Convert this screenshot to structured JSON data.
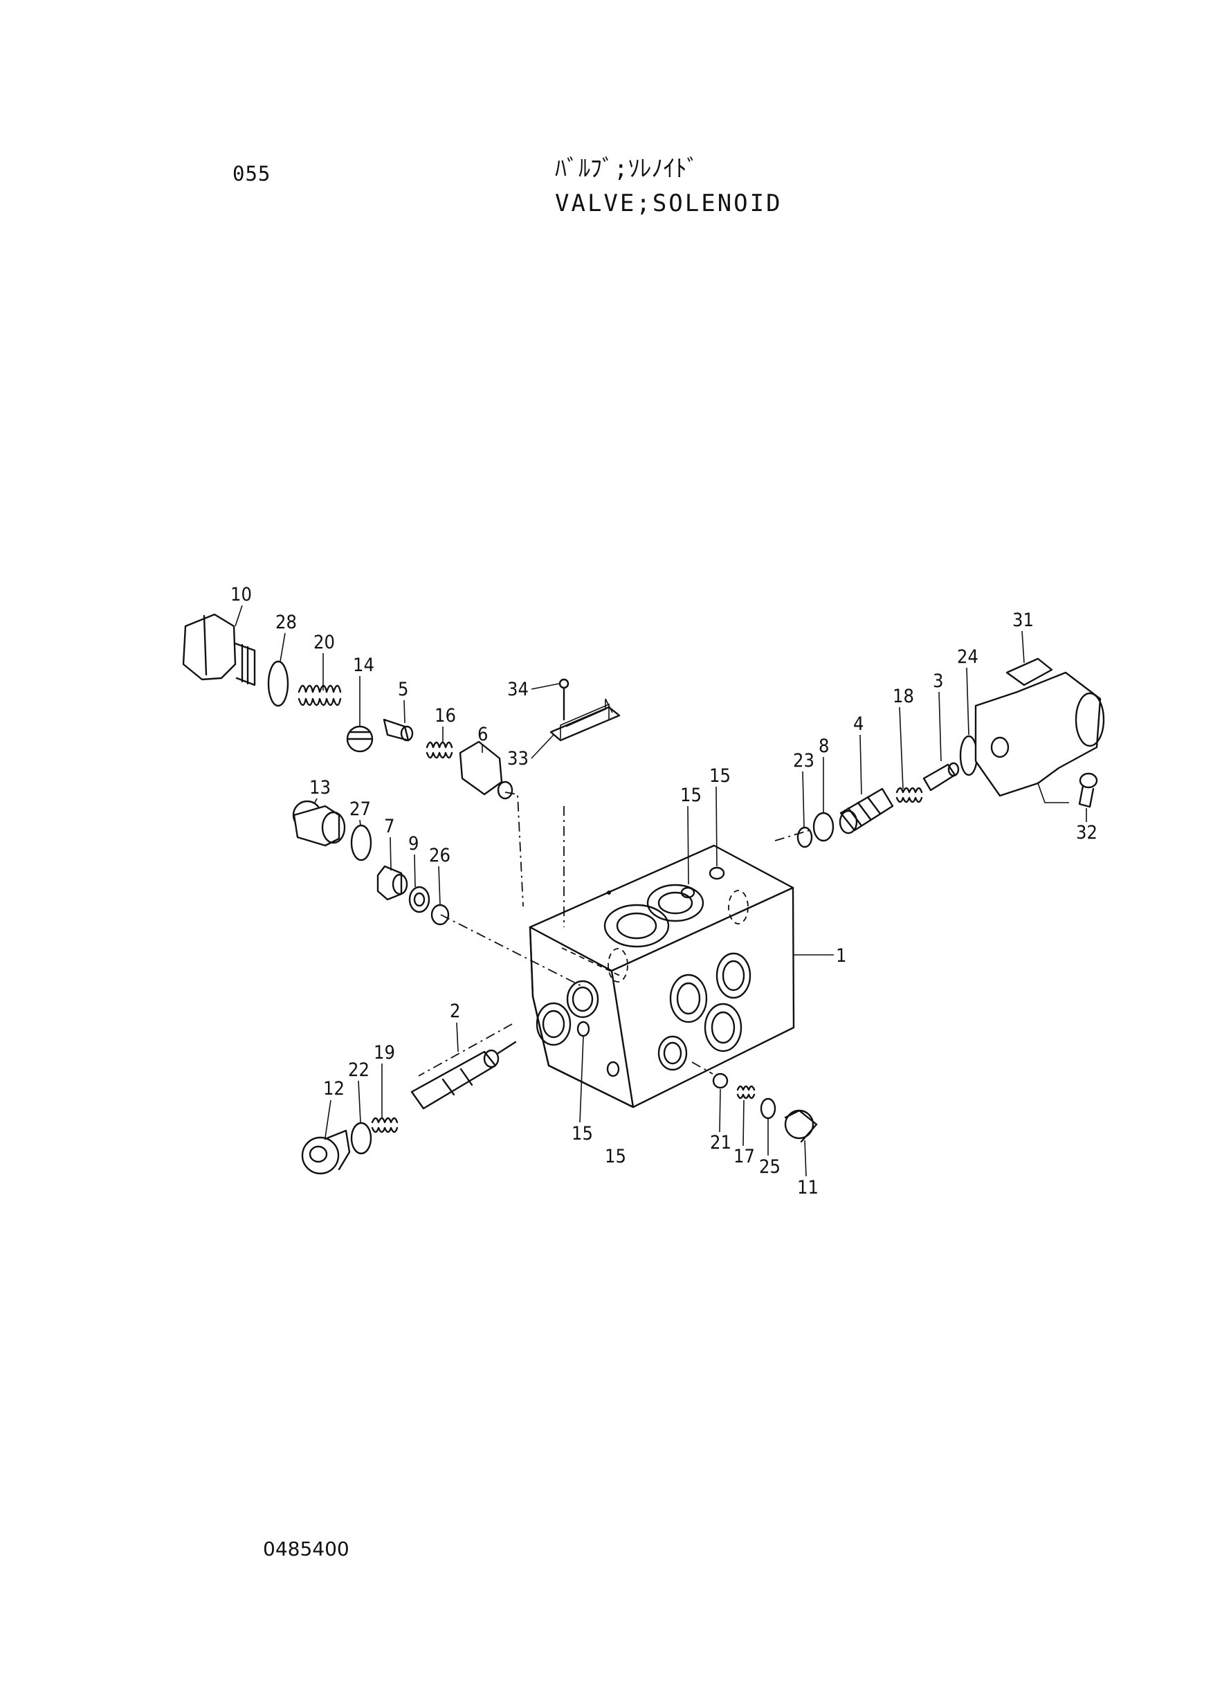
{
  "header": {
    "page_number": "055",
    "title_jp": "ﾊﾞﾙﾌﾞ;ｿﾚﾉｲﾄﾞ",
    "title_en": "VALVE;SOLENOID"
  },
  "footer": {
    "drawing_code": "0485400"
  },
  "callouts": [
    "1",
    "2",
    "3",
    "4",
    "5",
    "6",
    "7",
    "8",
    "9",
    "10",
    "11",
    "12",
    "13",
    "14",
    "15",
    "15",
    "15",
    "15",
    "16",
    "17",
    "18",
    "19",
    "20",
    "21",
    "22",
    "23",
    "24",
    "25",
    "26",
    "27",
    "28",
    "31",
    "32",
    "33",
    "34"
  ]
}
